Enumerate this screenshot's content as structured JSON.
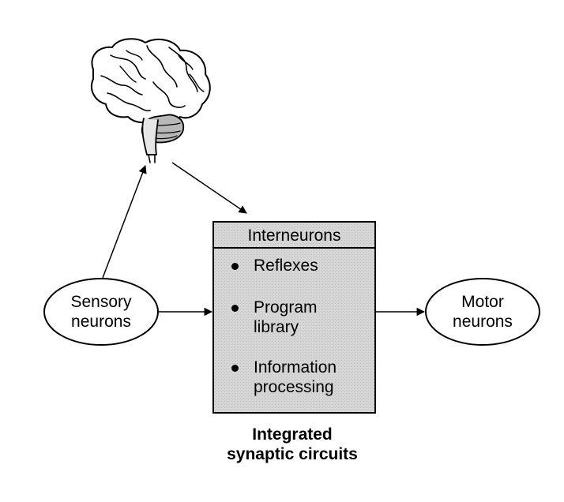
{
  "sensory": {
    "line1": "Sensory",
    "line2": "neurons"
  },
  "motor": {
    "line1": "Motor",
    "line2": "neurons"
  },
  "box": {
    "title": "Interneurons",
    "items": [
      {
        "line1": "Reflexes",
        "line2": ""
      },
      {
        "line1": "Program",
        "line2": "library"
      },
      {
        "line1": "Information",
        "line2": "processing"
      }
    ]
  },
  "caption": {
    "line1": "Integrated",
    "line2": "synaptic circuits"
  },
  "brain_icon": "brain-icon",
  "colors": {
    "box_fill": "#d4d4d4",
    "stroke": "#000000",
    "background": "#ffffff"
  }
}
